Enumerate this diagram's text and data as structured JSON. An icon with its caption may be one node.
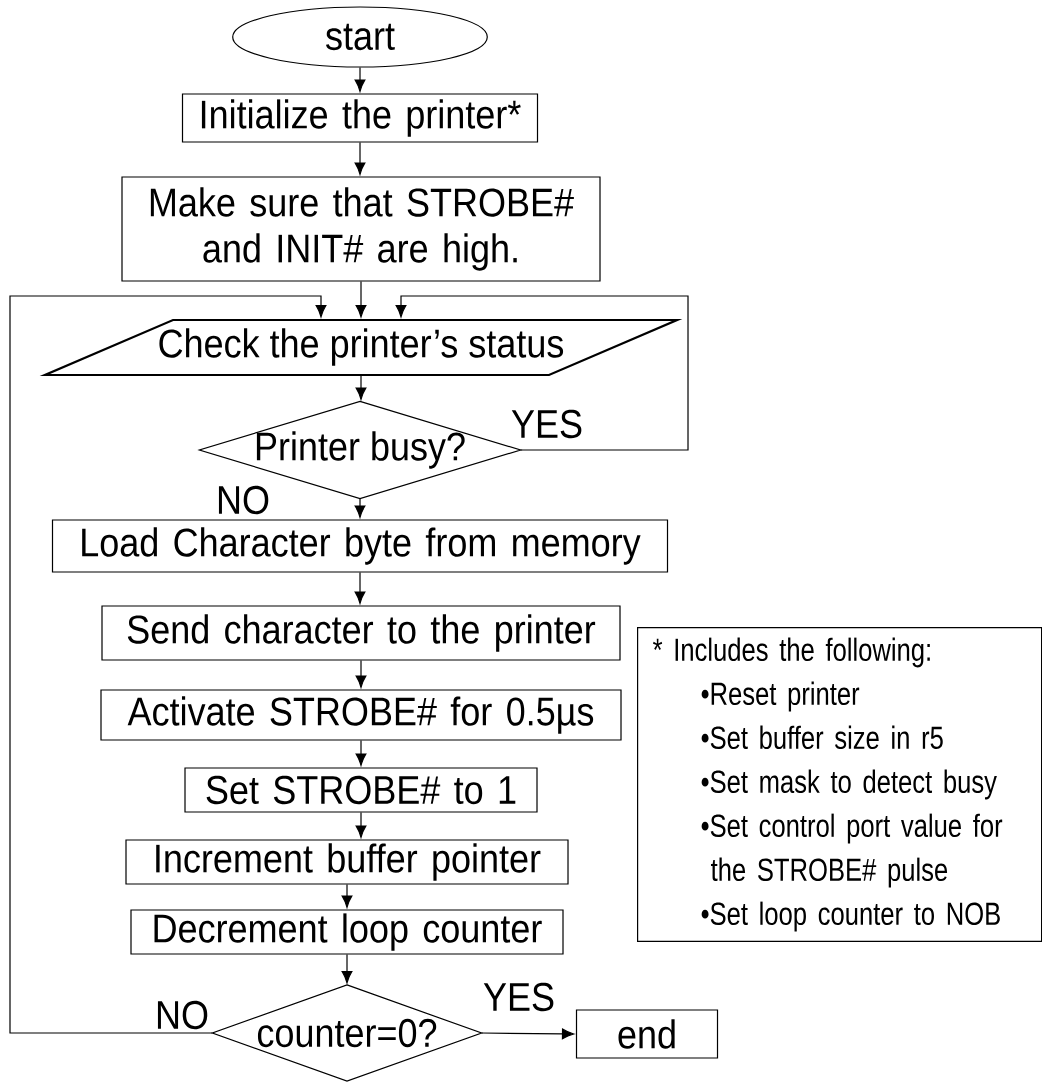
{
  "diagram": {
    "nodes": [
      {
        "text": [
          "start"
        ]
      },
      {
        "text": [
          "Initialize the printer*"
        ]
      },
      {
        "text": [
          "Make sure that STROBE# and INIT# are high."
        ]
      },
      {
        "text": [
          "Check the printer’s status"
        ]
      },
      {
        "text": [
          "Printer busy?"
        ]
      },
      {
        "text": [
          "Load Character byte from memory"
        ]
      },
      {
        "text": [
          "Send character to the printer"
        ]
      },
      {
        "text": [
          "Activate STROBE# for 0.5µs"
        ]
      },
      {
        "text": [
          "Set STROBE# to 1"
        ]
      },
      {
        "text": [
          "Increment buffer pointer"
        ]
      },
      {
        "text": [
          "Decrement loop counter"
        ]
      },
      {
        "text": [
          "counter=0?"
        ]
      },
      {
        "text": [
          "end"
        ]
      },
      {
        "text": [
          "* Includes the following:",
          "•Reset printer",
          "•Set buffer size in r5",
          "•Set mask to detect busy",
          "•Set control port value for the STROBE# pulse",
          "•Set loop counter to NOB"
        ]
      }
    ],
    "edges": [
      {
        "from": 0,
        "to": 1,
        "arrow": "to"
      },
      {
        "from": 1,
        "to": 2,
        "arrow": "to"
      },
      {
        "from": 2,
        "to": 3,
        "arrow": "to"
      },
      {
        "from": 3,
        "to": 4,
        "arrow": "to"
      },
      {
        "from": 4,
        "to": 5,
        "arrow": "to",
        "label": "NO"
      },
      {
        "from": 4,
        "to": 3,
        "arrow": "to",
        "label": "YES"
      },
      {
        "from": 5,
        "to": 6,
        "arrow": "to"
      },
      {
        "from": 6,
        "to": 7,
        "arrow": "to"
      },
      {
        "from": 7,
        "to": 8,
        "arrow": "to"
      },
      {
        "from": 8,
        "to": 9,
        "arrow": "to"
      },
      {
        "from": 9,
        "to": 10,
        "arrow": "to"
      },
      {
        "from": 10,
        "to": 11,
        "arrow": "to"
      },
      {
        "from": 11,
        "to": 12,
        "arrow": "to",
        "label": "YES"
      },
      {
        "from": 11,
        "to": 3,
        "arrow": "to",
        "label": "NO"
      }
    ]
  }
}
